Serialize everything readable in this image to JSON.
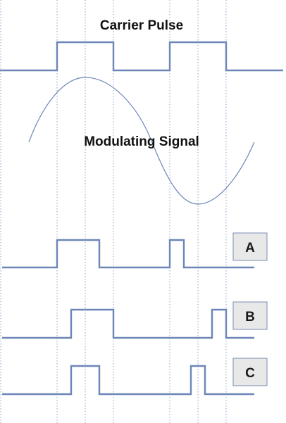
{
  "diagram": {
    "carrier_title": "Carrier Pulse",
    "modulating_title": "Modulating Signal",
    "labels": {
      "a": "A",
      "b": "B",
      "c": "C"
    },
    "colors": {
      "signal": "#6c86b8",
      "guide": "#8da0c8",
      "label_box_fill": "#e8e8e8",
      "label_box_border": "#7a8eb5"
    }
  }
}
